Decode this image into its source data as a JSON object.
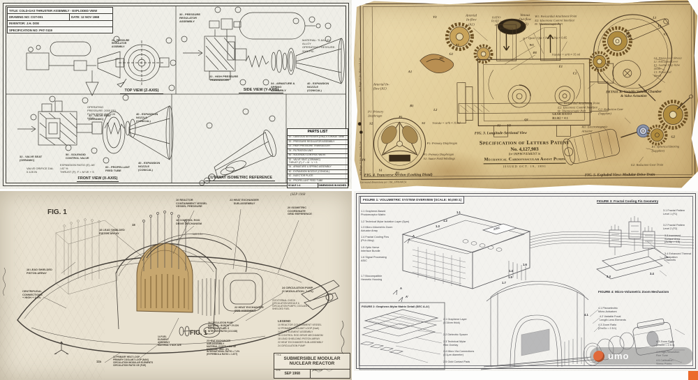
{
  "thruster": {
    "title_block": {
      "title": "TITLE: COLD-GAS THRUSTER ASSEMBLY - EXPLODED VIEW",
      "drawing_no": "DRAWING NO: CGT-001",
      "date": "DATE: 12 NOV 1968",
      "inventor": "INVENTOR: J.H. DOE",
      "spec": "SPECIFICATION NO: PAT-7419"
    },
    "views": {
      "top": "Top View (Z-AXIS)",
      "side": "Side View (Y-AXIS)",
      "front": "Front View (X-AXIS)",
      "cutaway": "Cutaway Isometric Reference"
    },
    "labels": {
      "top_reg": "20 - PRESSURE\nREGULATOR\nASSEMBLY",
      "side_reg": "30 - PRESSURE\nREGULATOR ASSEMBLY",
      "side_material": "MATERIAL: Ti-6AL-4V ALLOY\nOPERATING PRESSURE: 2000 PSI",
      "side_transducer": "22 - HIGH PRESSURE\nTRANSDUCER",
      "side_armature": "34 - ARMATURE & SPRING\nASSEMBLY",
      "side_nozzle": "40 - EXPANSION NOZZLE\n(CONICAL)",
      "front_pressure": "OPERATING PRESSURE: 2000 PSI\nFLOW RATE (M): 0.05 KG/S",
      "front_seat_top": "32 - VALVE SEAT (CERAMIC)",
      "front_nozzle_top": "40 - EXPANSION NOZZLE\n(CONICAL)",
      "front_seat_left": "32 - VALVE SEAT\n(CERAMIC)",
      "front_orifice": "VALVE ORIFICE DIA:\n0.125 IN",
      "front_solenoid": "50 - SOLENOID\nCONTROL VALVE",
      "front_expansion": "EXPANSION RATIO (E): Ae / At %\nTHRUST (F): F = M·Ve + S",
      "front_feed": "60 - PROPELLANT\nFEED TUBE",
      "front_nozzle_right": "40 - EXPANSION NOZZLE\n(CONICAL)"
    },
    "parts_list": {
      "title": "PARTS LIST",
      "rows": [
        "10 - GASEOUS NITROGEN (GN2) STORAGE TANK",
        "20 - PRESSURE REGULATOR ASSEMBLY",
        "22 - HIGH PRESSURE TRANSDUCER",
        "24 - FILTRATION UNIT",
        "30 - SOLENOID CONTROL VALVE",
        "32 - VALVE SEAT (CERAMIC)\nTHRUST (F): F = M · V + S",
        "34 - ARMATURE & SPRING ASSEMBLY",
        "40 - EXPANSION NOZZLE (CONICAL)",
        "42 - INJECTOR PLATE",
        "44 - PROPELLANT FEED TUBE"
      ],
      "footer_scale": "SCALE 1:4",
      "footer_dims": "DIMENSIONS IN INCHES"
    }
  },
  "patent": {
    "margin_note": "See Page 12 for Materials List",
    "labels": {
      "arterial_top": "Arterial\nIn-flow\n(A1)",
      "ratio": "RATIO\nR1:R2 =\n4:1",
      "venous": "Venous\nOut-flow\n(V2)",
      "eta": "η = Qout / Qin × Pout / Pin ≈ 0.85",
      "attach_list": "W1: Pericardial Attachment Point\nE2: Electronic Control Interface\nΘ: Thermocouple Port",
      "attach_list2": "W1: Pericardial Attachment Point\nE2: Electronic Control Interface\nΘ: Thermocouple Port",
      "gear_ratio": "GEAR RATIO\nR1:R2 = 4:1",
      "v_stroke": "Vstroke = πr²h ≈ 35 ml",
      "v_stroke2": "Vstroke = πr²h ≈ 35 ml",
      "arterial_left": "Arterial In-\nflow (A1)",
      "p1_box": "P1: Primary\nDiaphragm",
      "p1_mid": "P1: Primary Diaphragm",
      "p1_stator": "P1: Primary Diaphragm\nS1: Stator Field Windings",
      "detail_callouts": "G1: Pinion Gear (Brass)\nL1: Articulated Lever\nV1: Leather Flap Valve\n(Seal)\nC1: Piston Rod\n(Steel)",
      "m1": "M1: Electromagnetic\nActuator",
      "g2_gear": "G2: Reduction Gear\n(Sapphire)",
      "b1_bearing": "B1: Spherical Bearing\n(Sapphire)",
      "g2_train": "G2: Reduction Gear Train"
    },
    "captions": {
      "fig3": "FIG. 3. Longitude-Sectional View",
      "fig4": "FIG. 4. Transverse Section (Looking Distal)",
      "fig5": "FIG. 5. Exploded View: Modular Drive Train",
      "detail_b": "DETAIL B: Variable Volume Chamber\n& Valve Actuation"
    },
    "spec": {
      "l1": "Specification of Letters Patent",
      "l2": "No. 4,127,903",
      "l3": "for IMPROVEMENT in",
      "l4": "Mechanical Cardiovascular Assist Pumps",
      "l5": "ISSUED OCT. 19, 1891"
    },
    "footnote": "Corrected dimensions per J.M., 1891/08/24",
    "marks": {
      "v3a": "V3",
      "a1a": "A1",
      "g1a": "G1",
      "h1a": "H1",
      "a1b": "A1",
      "w1": "W1",
      "o1": "Ø1",
      "e1a": "E1",
      "c1": "C1",
      "b1a": "B1",
      "l2": "L2",
      "s1a": "S1",
      "v2a": "V2",
      "q1": "Q1",
      "l1a": "L1",
      "l1b": "L1",
      "v3b": "V3",
      "g2l": "G2",
      "p1t": "P1",
      "s1r": "S1",
      "s2l": "S2",
      "p1l": "P1",
      "s1b": "S1",
      "b1b": "B1"
    }
  },
  "submarine": {
    "fig1": "FIG. 1",
    "fig1b": "FIG. 1",
    "date_note": "(SEP 1968",
    "ratio_note": "ratio 1.5 /",
    "labels": {
      "piston_a": "18 LEAD SHIELDED\nPISTON ARRAY",
      "piston_b": "18 LEAD SHIELDED\nPISTON ARRAY",
      "reactor": "10 REACTOR\nCONTAINMENT VESSEL\nVESSEL PRESSURE",
      "control_rod": "16 CONTROL ROD\nDRIVE MECHANISM",
      "he_top": "22 HEAT EXCHANGER\nSUB-ASSEMBLY",
      "iso_grid": "20 ISOMETRIC\nCOORDINATE\nGRID REFERENCE",
      "centrifugal": "CENTRIFUGAL\nCONNECTIONS\n+ HIGH + 2.3%",
      "pump_right": "24 CIRCULATION PUMP\n(X MODULATION : 1.2%)",
      "external": "23 EXTERNAL CHECK\nCIRCULATION MODULE &\nCIRCULATION PUMPS, COOLANTS\nSHIELDED FUEL",
      "he_mid": "22 HEAT EXCHANGER\nSUB-ASSEMBLY",
      "pump_detail": "24 CIRCULATION PUMP\nMATERIAL: BORON + 2% DN\nMATERIAL FLUID: 5\nNITROGEN RATIO (3.5-0.88)",
      "he_detail": "20 HEAT EXCHANGER\nSUB-ASSEMBLY\nMATERIAL COSTS = 838 SE\nMATERIAL: IRIN - 8%\nINTERNATIONAL RATIO = 7.4%\n(HYPERBOLA RATIO = 1.877)",
      "fuel": "14 FUEL\nELEMENT\nASSEMBLY\nMATERIAL 5 NOK AVE",
      "primary": "12 PRIMARY HEAT LOOP\nPRIMARY COOLANT LOOP (NaK)\nCIRCULATION MODULAR ELEMENTS\nCIRCULATION RATIO OE (FUE)"
    },
    "marks": {
      "n18": "18",
      "n12a": "12a"
    },
    "legend": {
      "title": "LEGEND",
      "rows": [
        "10   REACTOR CONTAINMENT VESSEL",
        "12   PRIMARY COOLANT LOOP (NaK)",
        "14   FUEL ELEMENT ASSEMBLY",
        "16   CONTROL ROD DRIVE MECHANISM",
        "18   LEAD SHIELDING PISTON ARRAY",
        "22   HEAT EXCHANGER SUB-ASSEMBLY",
        "24   CIRCULATION PUMP"
      ]
    },
    "title_block": {
      "tag_title": "TITLE",
      "name": "SUBMERSIBLE MODULAR\nNUCLEAR REACTOR",
      "tag_date": "DATE",
      "date": "SEP 1968",
      "tag_approved": "APPROVED"
    }
  },
  "volumetric": {
    "fig1_header": "FIGURE 1: VOLUMETRIC SYSTEM OVERVIEW (SCALE: 50,000:1)",
    "fig2_header": "FIGURE 2: Graphene-Mylar Matrix Detail (SEC A-A')",
    "fig3_header": "FIGURE 3: Fractal Cooling Fin Geometry",
    "fig4_header": "FIGURE 4: Micro-Volumetric Zoom Mechanism",
    "asic": "ASIC",
    "f1": {
      "i1": "1.1 Graphene-Based\nPhotoreceptor Matrix",
      "i2": "1.2 Technical Mylar Isolation Layer (5μm)",
      "i3": "1.3 Micro-Volumetric Zoom\nActuator Array",
      "i4": "1.4 Fractal Cooling Fins\n(Pt-Ir Alloy)",
      "i5": "1.5 Optic Nerve\nInterface Bundle",
      "i6": "1.6 Signal Processing\nASIC",
      "i7": "1.7 Biocompatible\nHermetic Housing"
    },
    "f2": {
      "i1": "2.1 Graphene Layer\n(0.34nm thick)",
      "i2": "2.2 Dielectric Spacer",
      "i3": "2.3 Technical Mylar\nFilm Overlay",
      "i4": "2.4 Micro Via Connections\n(0.1μm diameter)",
      "i5": "2.5 Gold Contact Pads"
    },
    "f3": {
      "i1": "3.1 Fractal Pattern\nLevel 1 (F1)",
      "i2": "3.2 Fractal Pattern\nLevel 2 (F2)",
      "i3": "3.3 Increased\nSurface Area\n(Ac/Ap > 4.5)",
      "i4": "3.4 Enhanced Thermal\nDissipation\nChannels"
    },
    "f4": {
      "i1": "4.1 Piezoelectric\nMicro-Actuators",
      "i2": "4.2 Variable Focal\nLength Lens Elements",
      "i3": "4.3 Zoom Ratio\n(Zm/Zo = 2.5:1)",
      "i3b": "4.3 Zoom Ratio\n(Zm/Zo = 2.5:1)",
      "i4": "4.4 High-Resolution\nFine Tune",
      "i5": "4.5 Calibration\nStress Points"
    },
    "marks": {
      "c11": "1.1",
      "c12": "1.2",
      "c13": "1.3",
      "c14": "1.4",
      "c15": "1.5",
      "c16": "1.6",
      "c17": "1.7",
      "a": "A",
      "a2": "A'",
      "c34a": "3.4",
      "c34b": "3.4",
      "c41": "4.1"
    },
    "watermark": "umo"
  }
}
